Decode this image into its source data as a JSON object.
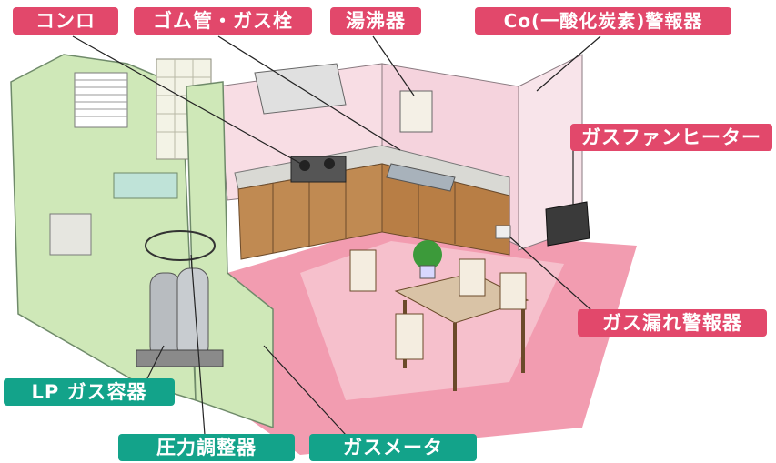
{
  "labels": {
    "stove": "コンロ",
    "rubber_hose_valve": "ゴム管・ガス栓",
    "water_heater": "湯沸器",
    "co_alarm": "Co(一酸化炭素)警報器",
    "gas_fan_heater": "ガスファンヒーター",
    "gas_leak_alarm": "ガス漏れ警報器",
    "lp_gas_container": "LP ガス容器",
    "pressure_regulator": "圧力調整器",
    "gas_meter": "ガスメータ"
  },
  "colors": {
    "label_pink": "#e2486b",
    "label_green": "#13a38a",
    "wall_green": "#cfe8b8",
    "wall_pink": "#f8dde4",
    "floor_pink": "#f29cb0",
    "cabinet_wood": "#c08a52"
  }
}
